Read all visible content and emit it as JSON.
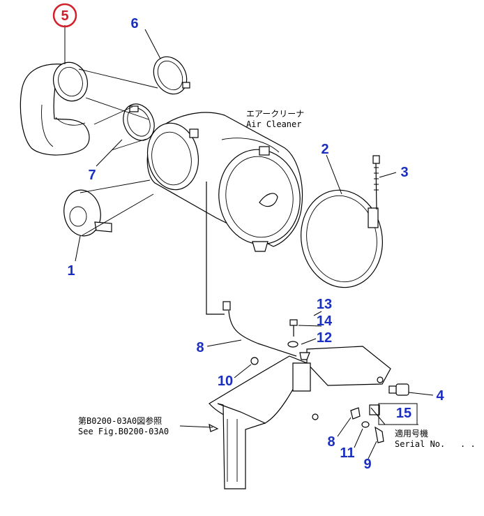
{
  "labels": {
    "air_cleaner_jp": "エアークリーナ",
    "air_cleaner_en": "Air Cleaner",
    "ref_jp": "第B0200-03A0図参照",
    "ref_en": "See Fig.B0200-03A0",
    "serial_jp": "適用号機",
    "serial_en": "Serial No.",
    "serial_dots": ". ."
  },
  "callouts": {
    "p1": "1",
    "p2": "2",
    "p3": "3",
    "p4": "4",
    "p5": "5",
    "p6": "6",
    "p7": "7",
    "p8a": "8",
    "p8b": "8",
    "p9": "9",
    "p10": "10",
    "p11": "11",
    "p12": "12",
    "p13": "13",
    "p14": "14",
    "p15": "15"
  },
  "colors": {
    "callout": "#1a2ec0",
    "highlight": "#d0202a",
    "line": "#000000"
  }
}
